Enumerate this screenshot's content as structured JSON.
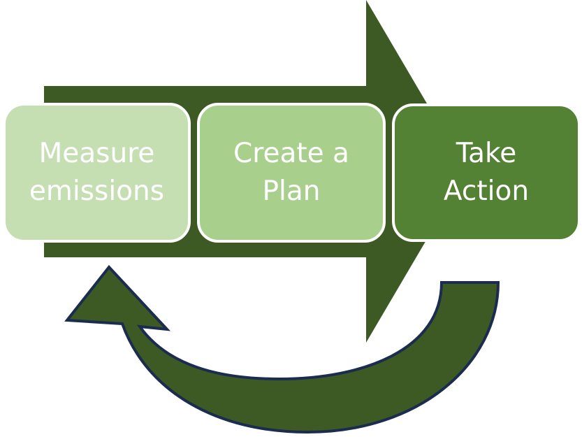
{
  "diagram": {
    "type": "process-cycle",
    "colors": {
      "arrow_fill": "#3d5a24",
      "cycle_arrow_outline": "#1b2c4e",
      "box_border": "#ffffff",
      "text": "#ffffff"
    },
    "steps": [
      {
        "label": "Measure\nemissions",
        "color": "#c5dfb3"
      },
      {
        "label": "Create a\nPlan",
        "color": "#a8d08c"
      },
      {
        "label": "Take\nAction",
        "color": "#548235"
      }
    ],
    "connectors": [
      {
        "from": "Measure emissions",
        "to": "Create a Plan",
        "kind": "forward-arrow"
      },
      {
        "from": "Create a Plan",
        "to": "Take Action",
        "kind": "forward-arrow"
      },
      {
        "from": "Take Action",
        "to": "Measure emissions",
        "kind": "curved-return-arrow"
      }
    ]
  }
}
